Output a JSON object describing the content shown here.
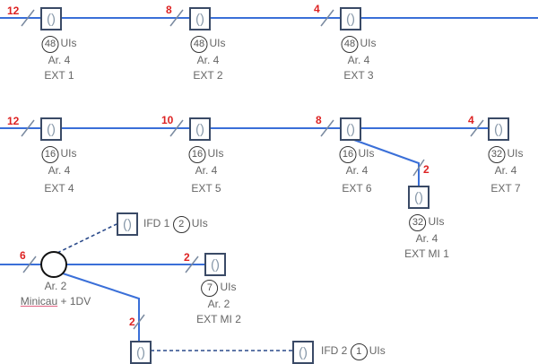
{
  "units_label": "UIs",
  "box_glyph": "()",
  "row1": [
    {
      "cable": "12",
      "count": "48",
      "ar": "Ar. 4",
      "ext": "EXT 1"
    },
    {
      "cable": "8",
      "count": "48",
      "ar": "Ar. 4",
      "ext": "EXT 2"
    },
    {
      "cable": "4",
      "count": "48",
      "ar": "Ar. 4",
      "ext": "EXT 3"
    }
  ],
  "row2": [
    {
      "cable": "12",
      "count": "16",
      "ar": "Ar. 4",
      "ext": "EXT 4"
    },
    {
      "cable": "10",
      "count": "16",
      "ar": "Ar. 4",
      "ext": "EXT 5"
    },
    {
      "cable": "8",
      "count": "16",
      "ar": "Ar. 4",
      "ext": "EXT 6"
    },
    {
      "cable": "4",
      "count": "32",
      "ar": "Ar. 4",
      "ext": "EXT 7"
    }
  ],
  "mi1": {
    "cable": "2",
    "count": "32",
    "ar": "Ar. 4",
    "ext": "EXT MI 1"
  },
  "splice": {
    "cable": "6",
    "ar": "Ar. 2",
    "name": "Minicau",
    "suffix": "+ 1DV"
  },
  "mi2": {
    "cable": "2",
    "count": "7",
    "ar": "Ar. 2",
    "ext": "EXT MI 2"
  },
  "ifd1": {
    "name": "IFD 1",
    "count": "2"
  },
  "lower": {
    "cable": "2"
  },
  "ifd2": {
    "name": "IFD 2",
    "count": "1"
  },
  "colors": {
    "cable": "#3a6fd8",
    "cable_count": "#dd2222",
    "box": "#3a4a66"
  }
}
